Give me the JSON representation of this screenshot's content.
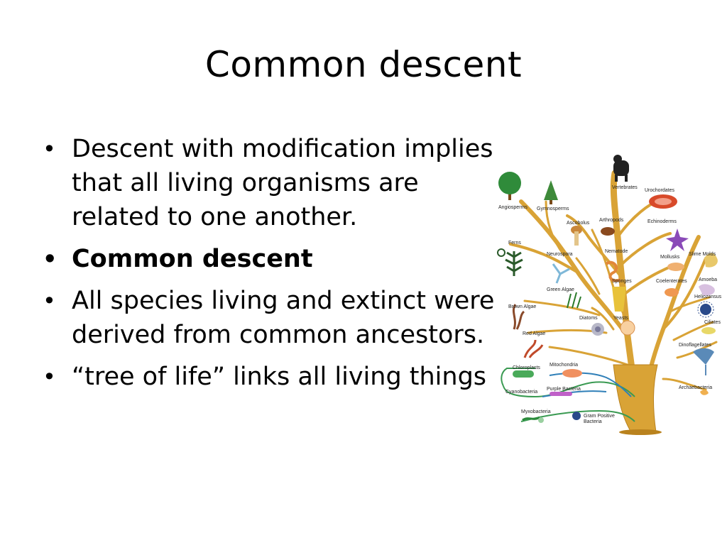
{
  "slide": {
    "title": "Common descent",
    "bullets": [
      {
        "text": "Descent with modification implies that all living organisms are related to one another.",
        "bold": false
      },
      {
        "text": "Common descent",
        "bold": true
      },
      {
        "text": "All species living and extinct were derived from common ancestors.",
        "bold": false
      },
      {
        "text": "“tree of life” links all living things",
        "bold": false
      }
    ],
    "bullet_glyph": "•"
  },
  "tree_figure": {
    "labels": {
      "vertebrates": "Vertebrates",
      "urochordates": "Urochordates",
      "angiosperms": "Angiosperms",
      "gymnosperms": "Gymnosperms",
      "ascobolus": "Ascobolus",
      "arthropods": "Arthropods",
      "echinoderms": "Echinoderms",
      "ferns": "Ferns",
      "neurospora": "Neurospora",
      "nematode": "Nematode",
      "mollusks": "Mollusks",
      "slime_molds": "Slime Molds",
      "sponges": "Sponges",
      "coelenterates": "Coelenterates",
      "amoeba": "Amoeba",
      "green_algae": "Green Algae",
      "heliozansus": "Heliozansus",
      "brown_algae": "Brown Algae",
      "diatoms": "Diatoms",
      "yeasts": "Yeasts",
      "ciliates": "Ciliates",
      "red_algae": "Red Algae",
      "dinoflagellates": "Dinoflagellates",
      "chloroplasts": "Chloroplasts",
      "mitochondria": "Mitochondria",
      "cyanobacteria": "Cyanobacteria",
      "purple_bacteria": "Purple Bacteria",
      "archaebacteria": "Archaebacteria",
      "myxobacteria": "Myxobacteria",
      "gram_positive_1": "Gram Positive",
      "gram_positive_2": "Bacteria"
    },
    "colors": {
      "trunk": "#d9a336",
      "trunk_dark": "#b9821e",
      "arrow_green": "#3a9a52",
      "arrow_blue": "#2f7fb8"
    }
  }
}
